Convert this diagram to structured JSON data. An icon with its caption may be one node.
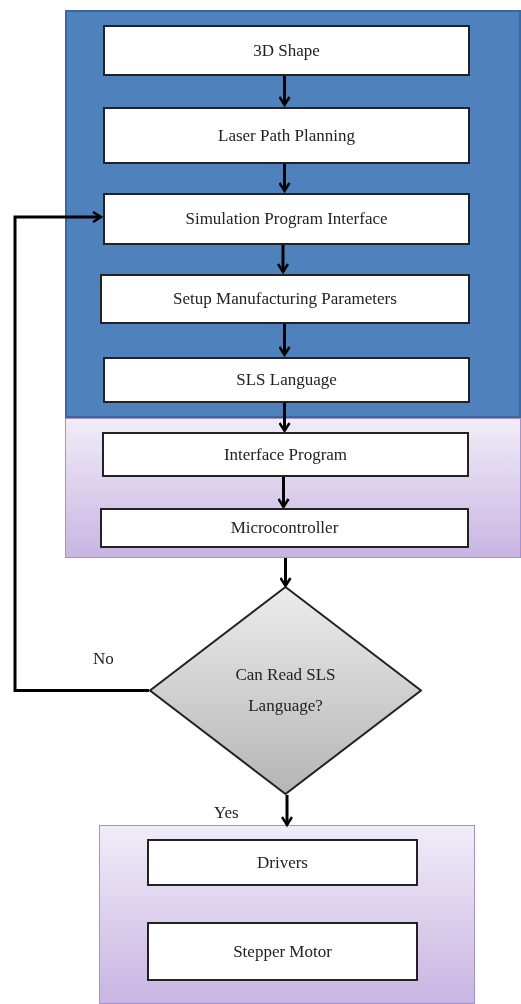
{
  "diagram": {
    "nodes": [
      {
        "text": [],
        "shape": "box"
      },
      {
        "text": [
          "3D Shape"
        ],
        "in": 0
      },
      {
        "text": [
          "Laser Path Planning"
        ],
        "in": 0
      },
      {
        "text": [
          "Simulation Program Interface"
        ],
        "in": 0
      },
      {
        "text": [
          "Setup Manufacturing Parameters"
        ],
        "in": 0
      },
      {
        "text": [
          "SLS Language"
        ],
        "in": 0
      },
      {
        "text": [],
        "shape": "box"
      },
      {
        "text": [
          "Interface Program"
        ],
        "in": 6
      },
      {
        "text": [
          "Microcontroller"
        ],
        "in": 6
      },
      {
        "text": [
          "Can Read SLS Language?"
        ]
      },
      {
        "text": [],
        "shape": "box"
      },
      {
        "text": [
          "Drivers"
        ],
        "in": 10
      },
      {
        "text": [
          "Stepper Motor"
        ],
        "in": 10
      }
    ],
    "edges": [
      {
        "from": 1,
        "to": 2,
        "arrow": "to"
      },
      {
        "from": 2,
        "to": 3,
        "arrow": "to"
      },
      {
        "from": 3,
        "to": 4,
        "arrow": "to"
      },
      {
        "from": 4,
        "to": 5,
        "arrow": "to"
      },
      {
        "from": 5,
        "to": 7,
        "arrow": "to"
      },
      {
        "from": 7,
        "to": 8,
        "arrow": "to"
      },
      {
        "from": 6,
        "to": 9,
        "arrow": "to"
      },
      {
        "from": 9,
        "to": 3,
        "arrow": "to",
        "label": "No"
      },
      {
        "from": 9,
        "to": 10,
        "arrow": "to",
        "label": "Yes"
      }
    ]
  }
}
